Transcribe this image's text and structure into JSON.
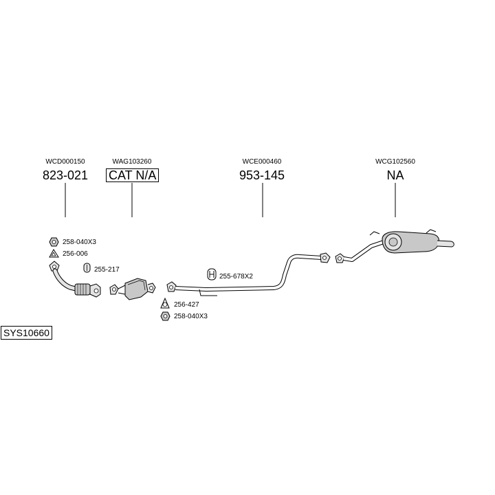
{
  "system": {
    "code": "SYS10660"
  },
  "parts": [
    {
      "ref": "WCD000150",
      "number": "823-021"
    },
    {
      "ref": "WAG103260",
      "number": "CAT N/A"
    },
    {
      "ref": "WCE000460",
      "number": "953-145"
    },
    {
      "ref": "WCG102560",
      "number": "NA"
    }
  ],
  "fittings": [
    {
      "code": "258-040X3",
      "icon": "hex-nut-icon"
    },
    {
      "code": "256-006",
      "icon": "triangle-gasket-icon"
    },
    {
      "code": "255-217",
      "icon": "rubber-mount-icon"
    },
    {
      "code": "255-678X2",
      "icon": "h-hanger-icon"
    },
    {
      "code": "256-427",
      "icon": "flange-gasket-icon"
    },
    {
      "code": "258-040X3",
      "icon": "hex-nut-icon"
    }
  ],
  "colors": {
    "line": "#000000",
    "fill": "#c8c8c8",
    "fill_light": "#e4e4e4",
    "background": "#ffffff"
  }
}
